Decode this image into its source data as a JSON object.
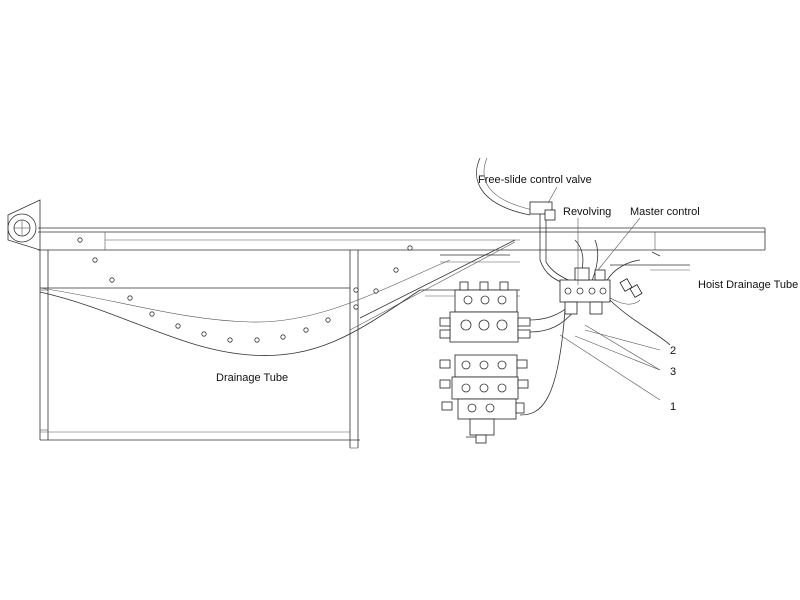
{
  "labels": {
    "free_slide": "Free-slide control valve",
    "revolving": "Revolving",
    "master_control": "Master control",
    "hoist_drainage": "Hoist Drainage Tube",
    "drainage_tube": "Drainage Tube",
    "callout_1": "1",
    "callout_2": "2",
    "callout_3": "3"
  }
}
